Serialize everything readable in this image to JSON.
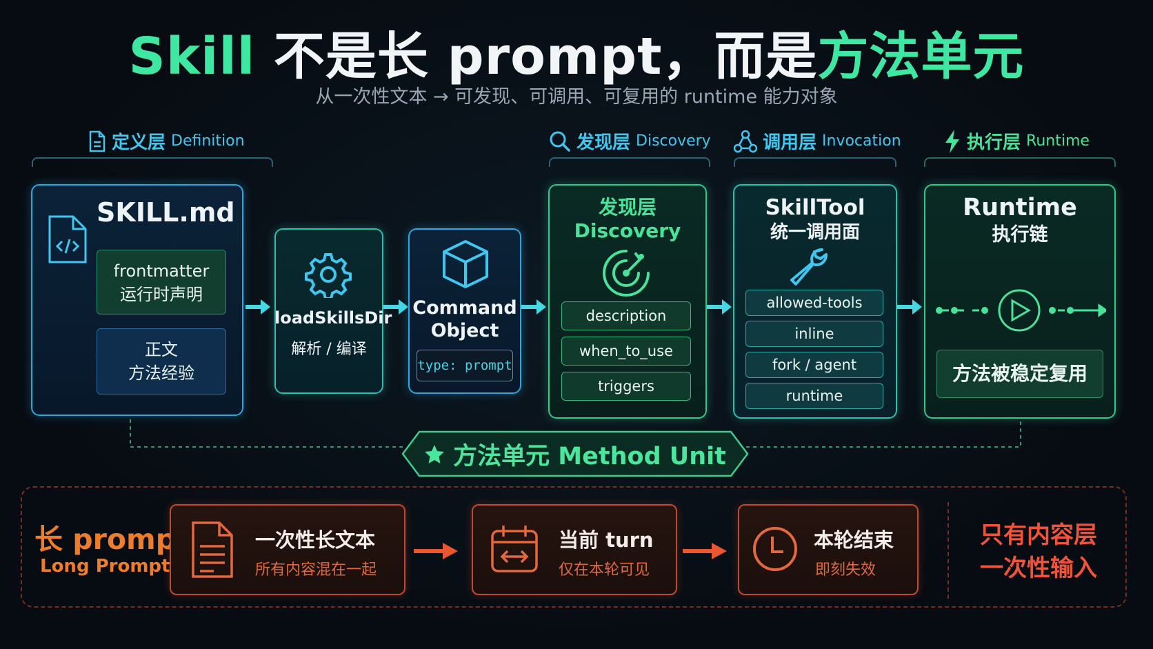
{
  "title": {
    "part1": "Skill",
    "part2": " 不是长 prompt，而是",
    "part3": "方法单元"
  },
  "subtitle": "从一次性文本 → 可发现、可调用、可复用的 runtime 能力对象",
  "layers": {
    "definition": {
      "zh": "定义层",
      "en": "Definition"
    },
    "discovery": {
      "zh": "发现层",
      "en": "Discovery"
    },
    "invocation": {
      "zh": "调用层",
      "en": "Invocation"
    },
    "runtime": {
      "zh": "执行层",
      "en": "Runtime"
    }
  },
  "skill_md": {
    "title": "SKILL.md",
    "frontmatter_line1": "frontmatter",
    "frontmatter_line2": "运行时声明",
    "body_line1": "正文",
    "body_line2": "方法经验"
  },
  "load": {
    "title": "loadSkillsDir",
    "sub": "解析 / 编译"
  },
  "command": {
    "line1": "Command",
    "line2": "Object",
    "type_label": "type: prompt"
  },
  "discovery_card": {
    "line1": "发现层",
    "line2": "Discovery",
    "items": [
      "description",
      "when_to_use",
      "triggers"
    ]
  },
  "skilltool": {
    "line1": "SkillTool",
    "line2": "统一调用面",
    "items": [
      "allowed-tools",
      "inline",
      "fork / agent",
      "runtime"
    ]
  },
  "runtime_card": {
    "line1": "Runtime",
    "line2": "执行链",
    "result": "方法被稳定复用"
  },
  "method_unit": {
    "label": "方法单元 Method Unit"
  },
  "long_prompt": {
    "label_zh": "长 prompt",
    "label_en": "Long Prompt",
    "steps": [
      {
        "title": "一次性长文本",
        "sub": "所有内容混在一起"
      },
      {
        "title": "当前 turn",
        "sub": "仅在本轮可见"
      },
      {
        "title": "本轮结束",
        "sub": "即刻失效"
      }
    ],
    "summary_line1": "只有内容层",
    "summary_line2": "一次性输入"
  },
  "colors": {
    "green": "#49e29a",
    "cyan": "#3fc7f0",
    "orange": "#e2683f",
    "red": "#f0533a"
  }
}
